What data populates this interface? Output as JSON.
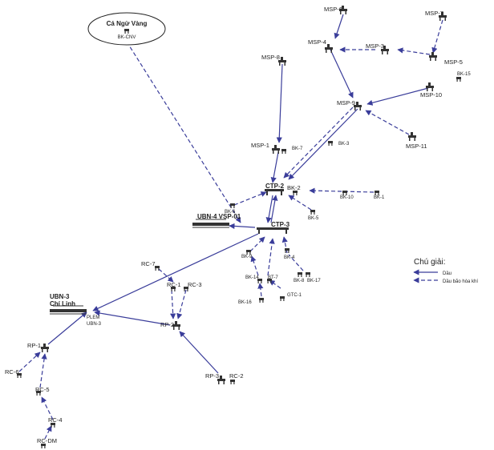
{
  "nodes": {
    "ca_ngu_vang": "Cá Ngừ Vàng",
    "bk_cnv": "BK-CNV",
    "msp6": "MSP-6",
    "msp7": "MSP-7",
    "msp4": "MSP-4",
    "msp3": "MSP-3",
    "msp5": "MSP-5",
    "msp8": "MSP-8",
    "bk15": "BK-15",
    "msp10": "MSP-10",
    "msp9": "MSP-9",
    "msp11": "MSP-11",
    "bk3": "BK-3",
    "msp1": "MSP-1",
    "bk7": "BK-7",
    "ctp2": "CTP-2",
    "bk2": "BK-2",
    "bk10": "BK-10",
    "bk1": "BK-1",
    "bk6": "BK-6",
    "bk5": "BK-5",
    "ubn4": "UBN-4 VSP-01",
    "ctp3": "CTP-3",
    "bk9": "BK-9",
    "bk4": "BK-4",
    "bk8": "BK-8",
    "bk17": "BK-17",
    "bk14": "BK-14",
    "bt7": "BT-7",
    "gtc1": "GTC-1",
    "bk16": "BK-16",
    "rc7": "RC-7",
    "rc1": "RC-1",
    "rc3": "RC-3",
    "ubn3": "UBN-3",
    "chi_linh": "Chí Linh",
    "plem": "PLEM",
    "plem_sub": "UBN-3",
    "rp2": "RP-2",
    "rp1": "RP-1",
    "rc6": "RC-6",
    "rc5": "RC-5",
    "rc4": "RC-4",
    "rcdm": "RC-DM",
    "rp3": "RP-3",
    "rc2": "RC-2"
  },
  "legend": {
    "title": "Chú giải:",
    "oil": "Dầu",
    "gas": "Dầu bão hòa khí"
  },
  "colors": {
    "pipeline": "#3a3d9a",
    "text": "#222222"
  }
}
